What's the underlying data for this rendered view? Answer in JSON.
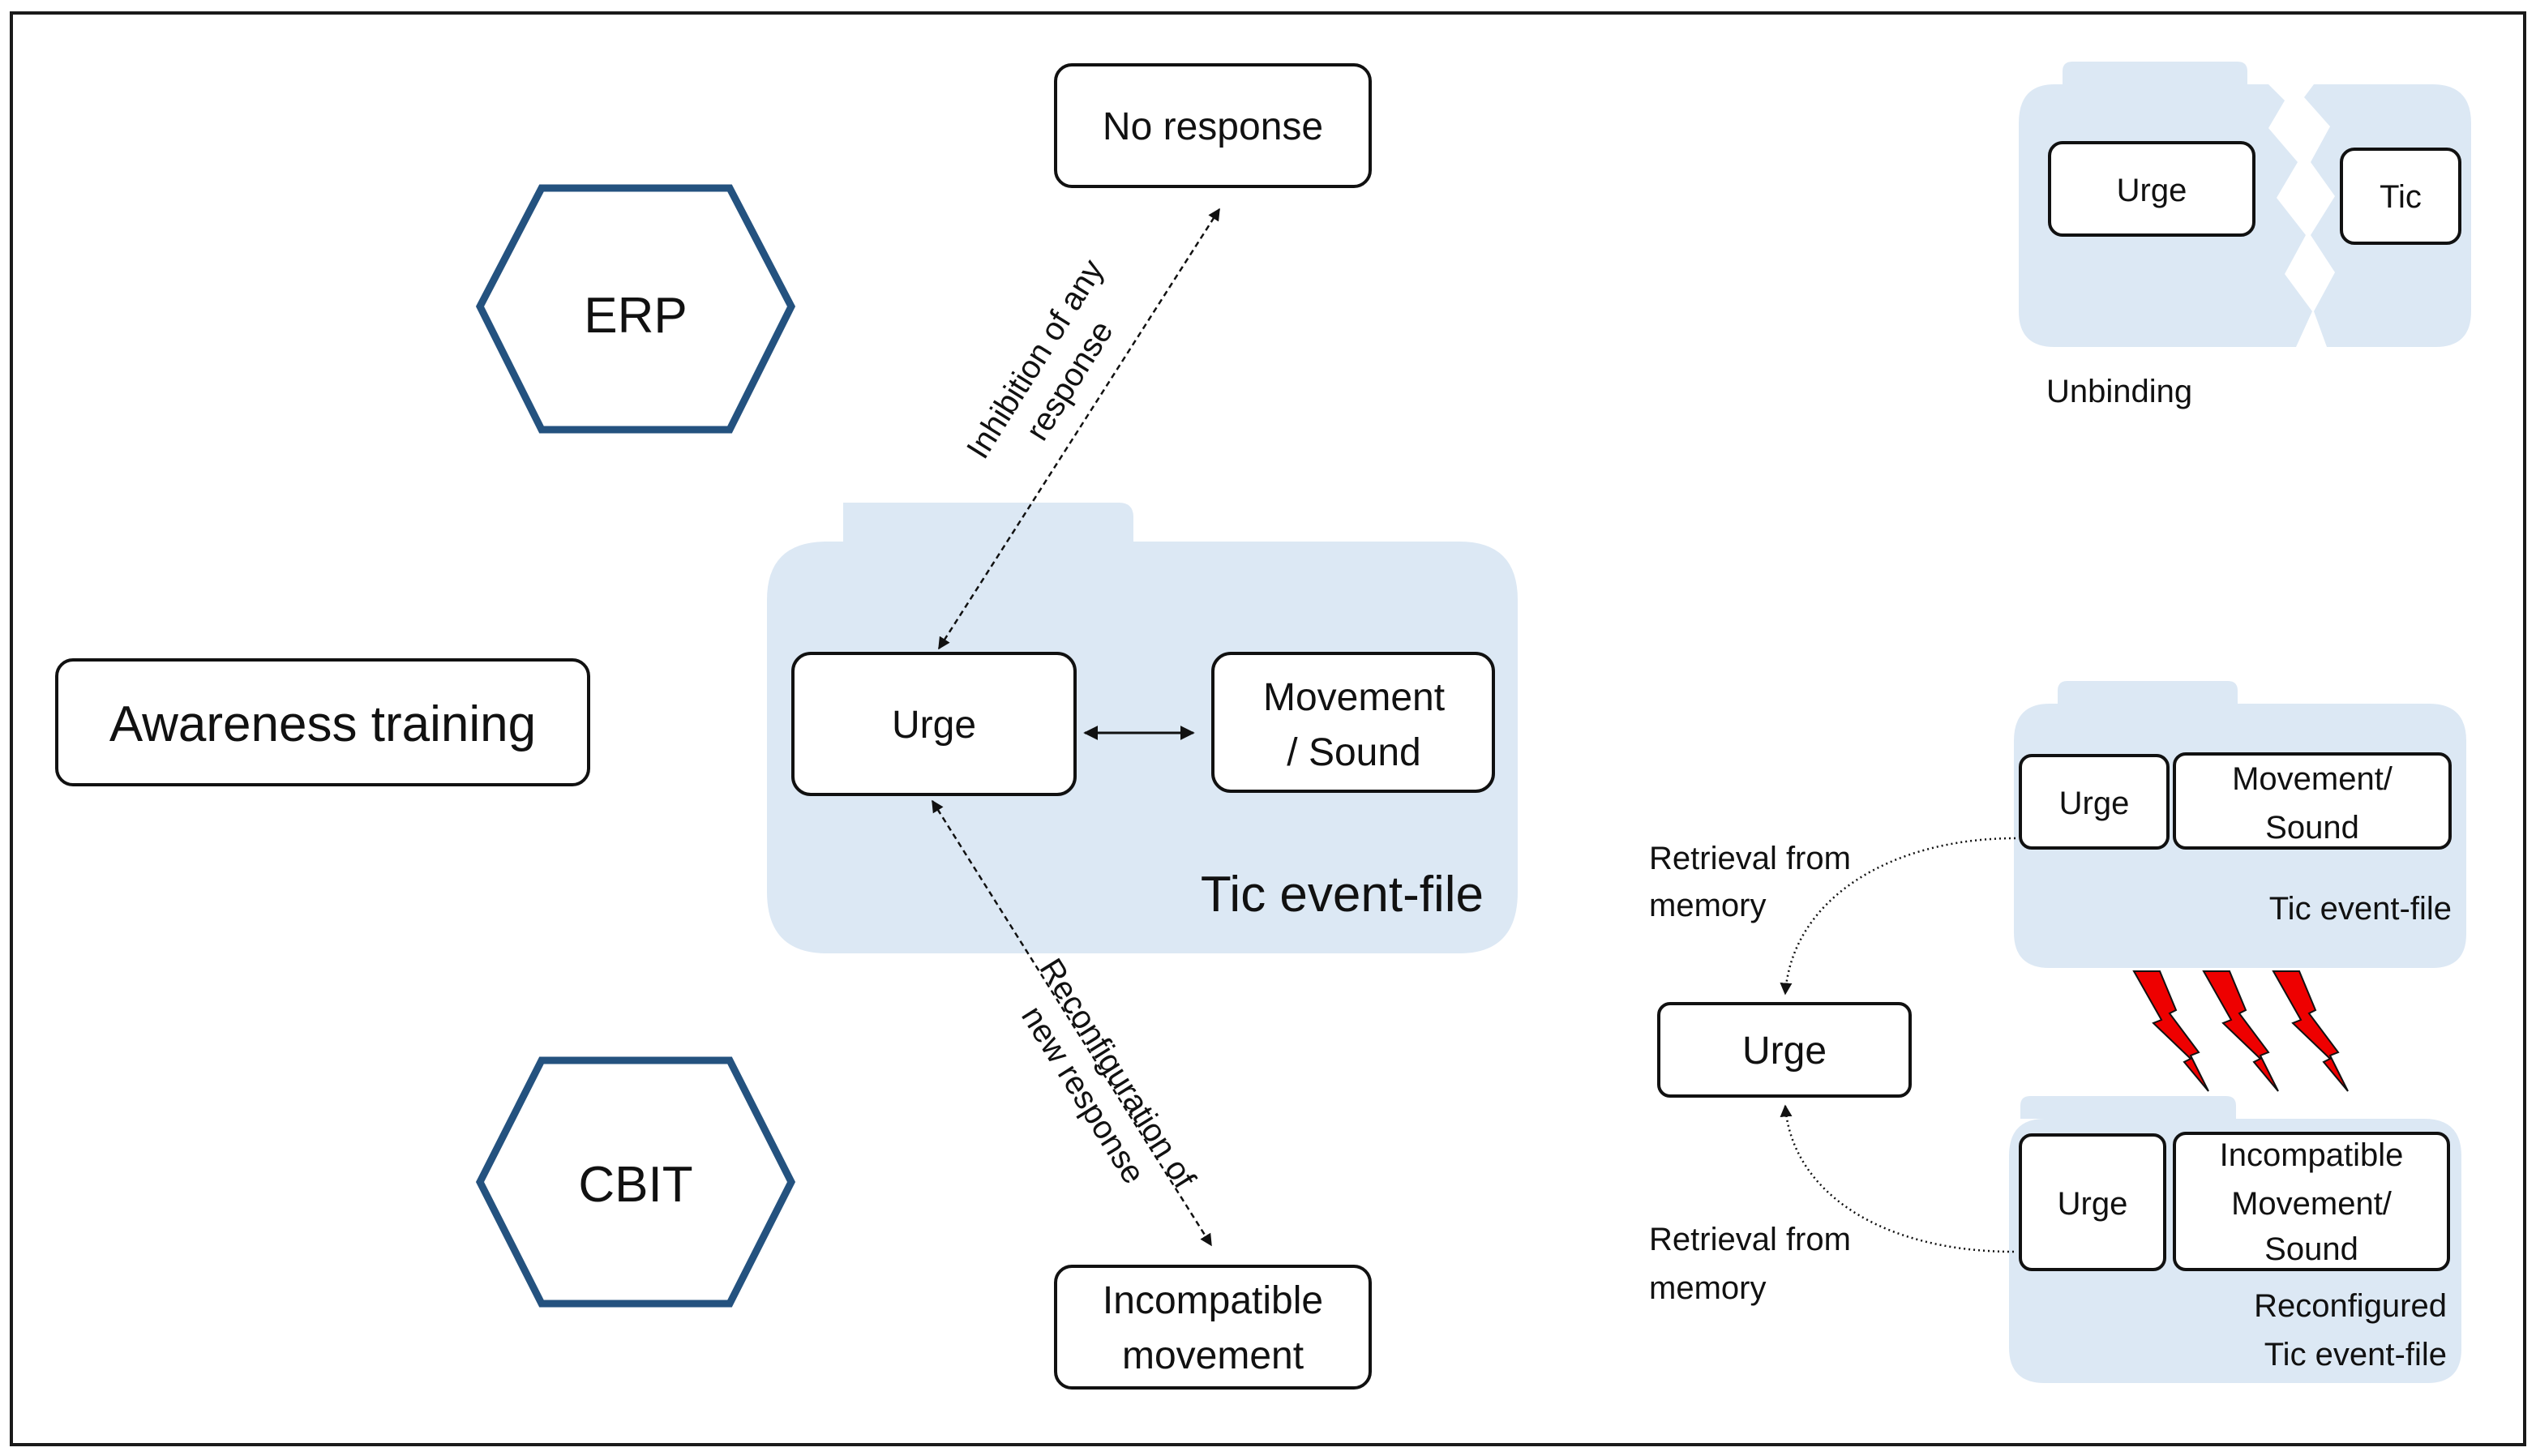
{
  "nodes": {
    "no_response": "No response",
    "erp": "ERP",
    "cbit": "CBIT",
    "awareness_training": "Awareness training",
    "main_urge": "Urge",
    "main_movement_line1": "Movement",
    "main_movement_line2": "/ Sound",
    "main_panel_label": "Tic event-file",
    "incompatible_line1": "Incompatible",
    "incompatible_line2": "movement"
  },
  "edges": {
    "inhibition_line1": "Inhibition of any",
    "inhibition_line2": "response",
    "reconfig_line1": "Reconfiguration of",
    "reconfig_line2": "new response"
  },
  "unbinding": {
    "urge": "Urge",
    "tic": "Tic",
    "label": "Unbinding"
  },
  "retrieval": {
    "top_panel_urge": "Urge",
    "top_panel_movement_line1": "Movement/",
    "top_panel_movement_line2": "Sound",
    "top_panel_label": "Tic event-file",
    "center_urge": "Urge",
    "retrieval_top_line1": "Retrieval from",
    "retrieval_top_line2": "memory",
    "retrieval_bottom_line1": "Retrieval from",
    "retrieval_bottom_line2": "memory",
    "bottom_panel_urge": "Urge",
    "bottom_panel_movement_line1": "Incompatible",
    "bottom_panel_movement_line2": "Movement/",
    "bottom_panel_movement_line3": "Sound",
    "bottom_panel_label_line1": "Reconfigured",
    "bottom_panel_label_line2": "Tic event-file"
  },
  "colors": {
    "panel_fill": "#dce8f4",
    "hexagon_stroke": "#24527f",
    "conflict_bolt": "#ee0000"
  },
  "icons": [
    "lightning-bolt-icon",
    "lightning-bolt-icon",
    "lightning-bolt-icon"
  ]
}
